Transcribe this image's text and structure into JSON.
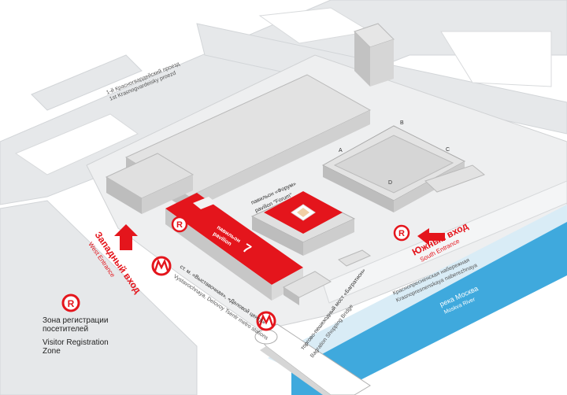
{
  "streets": {
    "north_proezd_ru": "1-й Красногвардейский проезд",
    "north_proezd_en": "1st Krasnogvardeisky proezd",
    "embankment_ru": "Краснопресненская набережная",
    "embankment_en": "Krasnopresnenskaya naberezhnaya",
    "river_ru": "река Москва",
    "river_en": "Moskva River"
  },
  "pavilions": {
    "forum_ru": "павильон «Форум»",
    "forum_en": "pavilion \"Forum\"",
    "p7_ru": "павильон",
    "p7_en": "pavilion",
    "p7_number": "7",
    "hall_letters": [
      "A",
      "B",
      "C",
      "D"
    ]
  },
  "entrances": {
    "west_ru": "Западный вход",
    "west_en": "West Entrance",
    "south_ru": "Южный вход",
    "south_en": "South Entrance"
  },
  "metro": {
    "station_ru": "ст. м. «Выставочная», «Деловой центр»",
    "station_en": "Vystavochnaya, Delovoy Tsentr metro stations"
  },
  "bridge": {
    "ru": "торгово-пешеходный мост «Багратион»",
    "en": "Bagration Shopping Bridge"
  },
  "legend": {
    "symbol": "R",
    "line1_ru": "Зона регистрации",
    "line2_ru": "посетителей",
    "line1_en": "Visitor Registration",
    "line2_en": "Zone"
  },
  "colors": {
    "accent_red": "#e4151c",
    "river_blue": "#3fa9dd",
    "road_grey": "#e4e6e8",
    "building_grey": "#cfcfcf"
  }
}
